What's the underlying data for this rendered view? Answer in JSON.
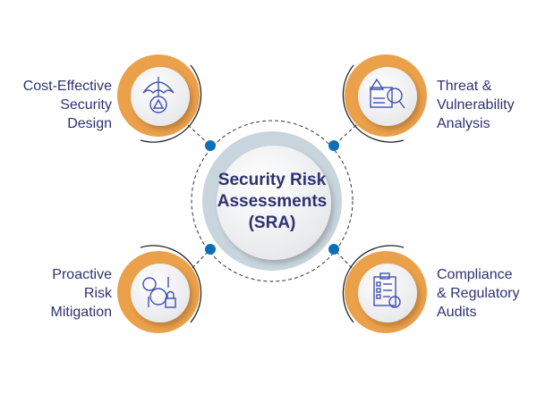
{
  "center": {
    "lines": [
      "Security Risk",
      "Assessments",
      "(SRA)"
    ]
  },
  "nodes": [
    {
      "lines": [
        "Cost-Effective",
        "Security",
        "Design"
      ],
      "icon": "umbrella-gear-icon"
    },
    {
      "lines": [
        "Threat &",
        "Vulnerability",
        "Analysis"
      ],
      "icon": "threat-scan-icon"
    },
    {
      "lines": [
        "Proactive",
        "Risk",
        "Mitigation"
      ],
      "icon": "gear-money-lock-icon"
    },
    {
      "lines": [
        "Compliance",
        "& Regulatory",
        "Audits"
      ],
      "icon": "checklist-icon"
    }
  ],
  "colors": {
    "text": "#2e3272",
    "orange": "#eba04a",
    "dot": "#0d6fb8",
    "ring": "#c9d5dd",
    "icon": "#3f51b5"
  }
}
